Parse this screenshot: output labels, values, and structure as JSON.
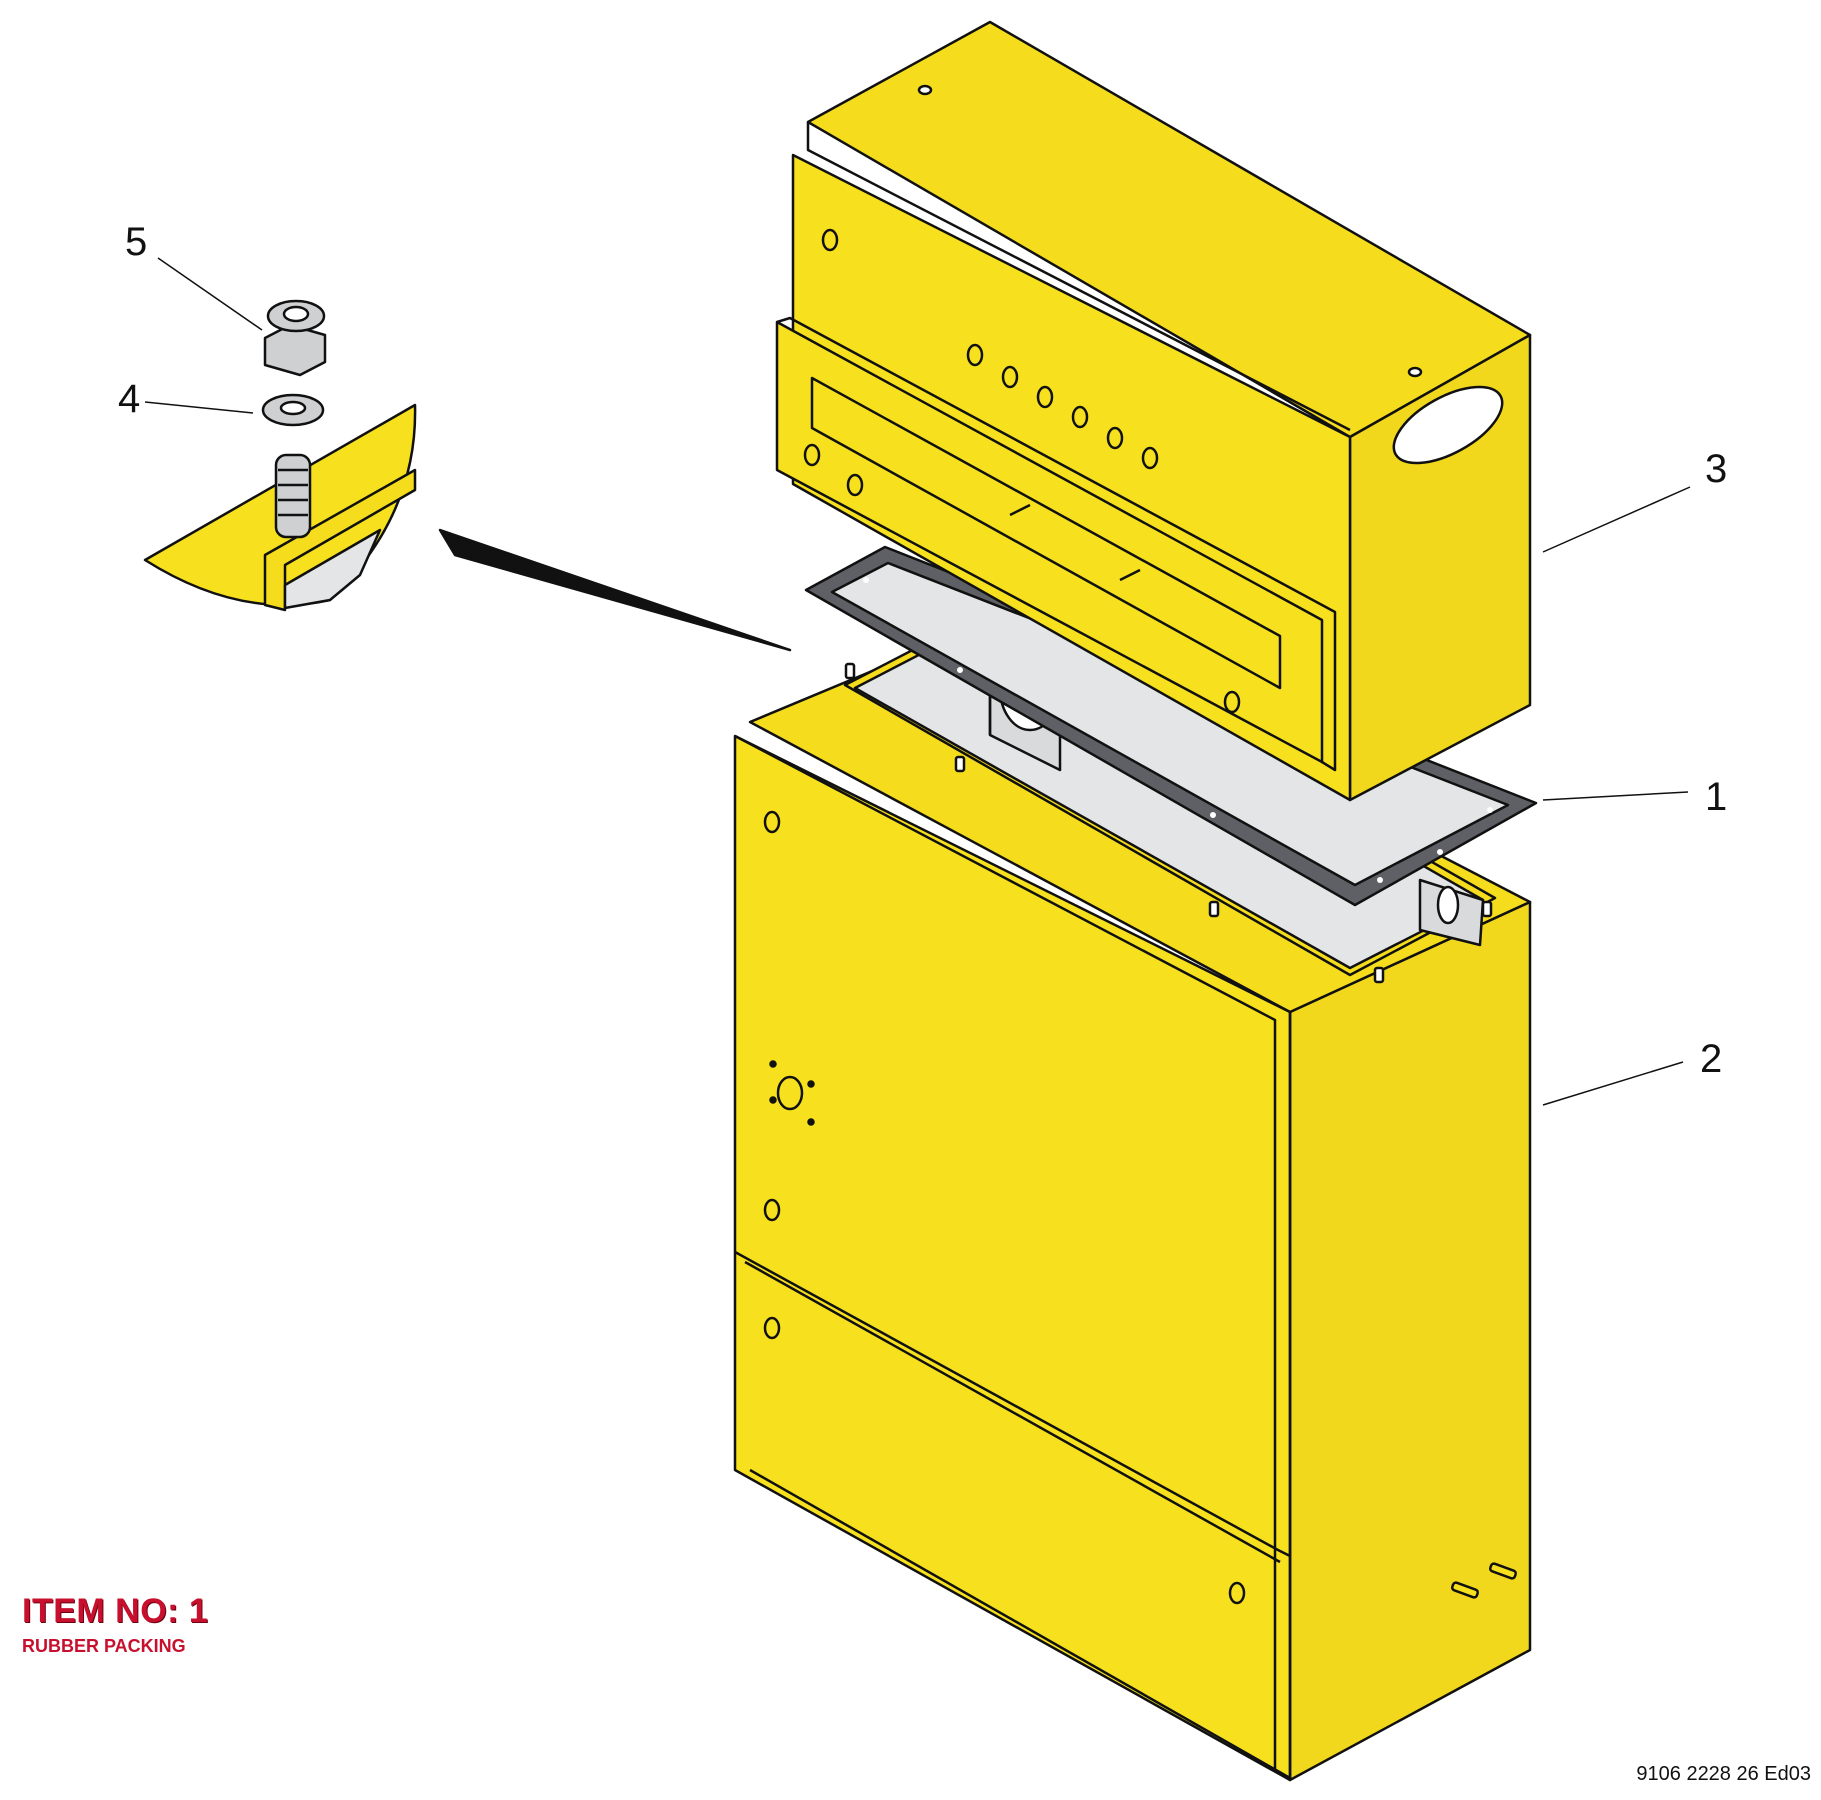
{
  "callouts": {
    "c1": "1",
    "c2": "2",
    "c3": "3",
    "c4": "4",
    "c5": "5"
  },
  "legend": {
    "title": "ITEM NO: 1",
    "subtitle": "RUBBER PACKING"
  },
  "document_number": "9106 2228 26 Ed03",
  "colors": {
    "enclosure_yellow": "#f7e11e",
    "gasket_gray": "#5e6066",
    "interior_gray": "#e4e5e7",
    "legend_red": "#c8102e"
  }
}
